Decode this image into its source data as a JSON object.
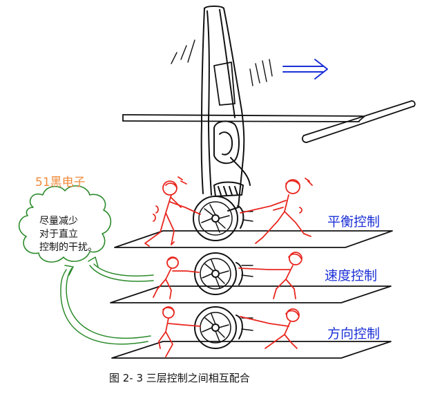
{
  "brand_text": "51黑电子",
  "cloud_lines": [
    "尽量减少",
    "对于直立",
    "控制的干扰。"
  ],
  "layers": [
    {
      "label": "平衡控制"
    },
    {
      "label": "速度控制"
    },
    {
      "label": "方向控制"
    }
  ],
  "caption": "图 2- 3  三层控制之间相互配合",
  "colors": {
    "ink": "#111111",
    "figure": "#e8261e",
    "layer_label": "#1a2fd6",
    "arrow": "#1a2fd6",
    "cloud": "#2a8a2a",
    "brand": "#f08a3a"
  }
}
